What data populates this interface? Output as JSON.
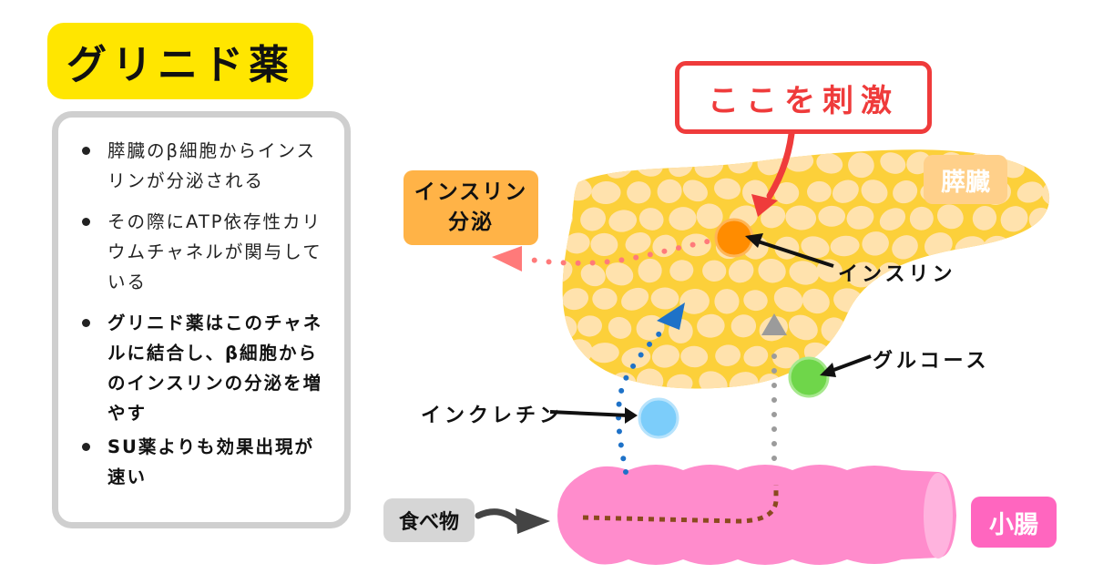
{
  "title": "グリニド薬",
  "info_points": [
    "膵臓のβ細胞からインスリンが分泌される",
    "その際にATP依存性カリウムチャネルが関与している",
    "グリニド薬はこのチャネルに結合し、β細胞からのインスリンの分泌を増やす",
    "SU薬よりも効果出現が速い"
  ],
  "diagram": {
    "stimulate_label": "ここを刺激",
    "pancreas_label": "膵臓",
    "secretion_label_line1": "インスリン",
    "secretion_label_line2": "分泌",
    "insulin_label": "インスリン",
    "glucose_label": "グルコース",
    "incretin_label": "インクレチン",
    "food_label": "食べ物",
    "intestine_label": "小腸"
  },
  "colors": {
    "title_bg": "#ffe600",
    "stimulate": "#ef3b3b",
    "pancreas": "#fcd03a",
    "pancreas_cell": "#ffe2ad",
    "insulin": "#ff8c00",
    "glucose": "#6fd64a",
    "incretin": "#7ccdfa",
    "intestine": "#ff8ccc",
    "secretion_tag": "#ffb347"
  }
}
